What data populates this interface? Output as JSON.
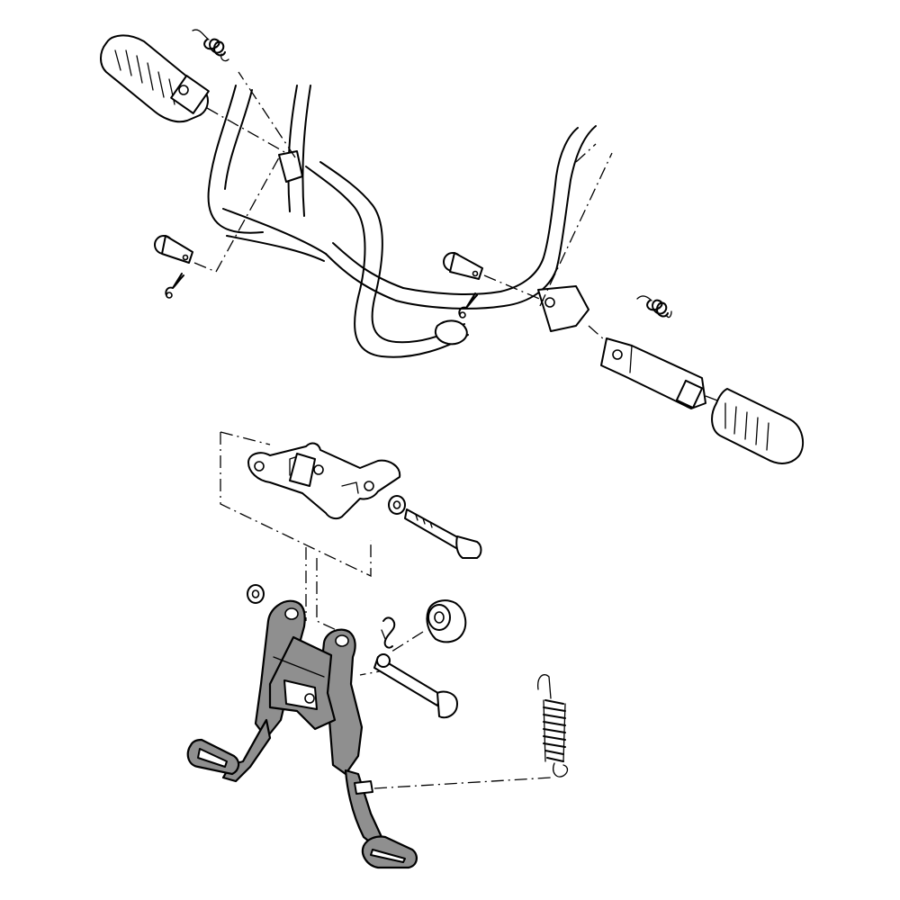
{
  "diagram": {
    "colors": {
      "line": "#000000",
      "background": "#ffffff",
      "stand_fill": "#8f8f8f"
    },
    "parts": [
      "left-footrest-rubber",
      "left-footrest-spring",
      "left-footrest-pin",
      "left-cotter-pin",
      "frame-tube",
      "right-footrest-pin",
      "right-cotter-pin",
      "right-footrest-spring",
      "right-footrest-bracket",
      "right-footrest-rubber",
      "stand-bracket-plate",
      "washer-upper",
      "pivot-bolt",
      "washer-lower",
      "center-stand",
      "stand-stopper",
      "stand-cotter-pin",
      "stand-shaft",
      "stand-return-spring",
      "spring-hook-pin"
    ]
  }
}
